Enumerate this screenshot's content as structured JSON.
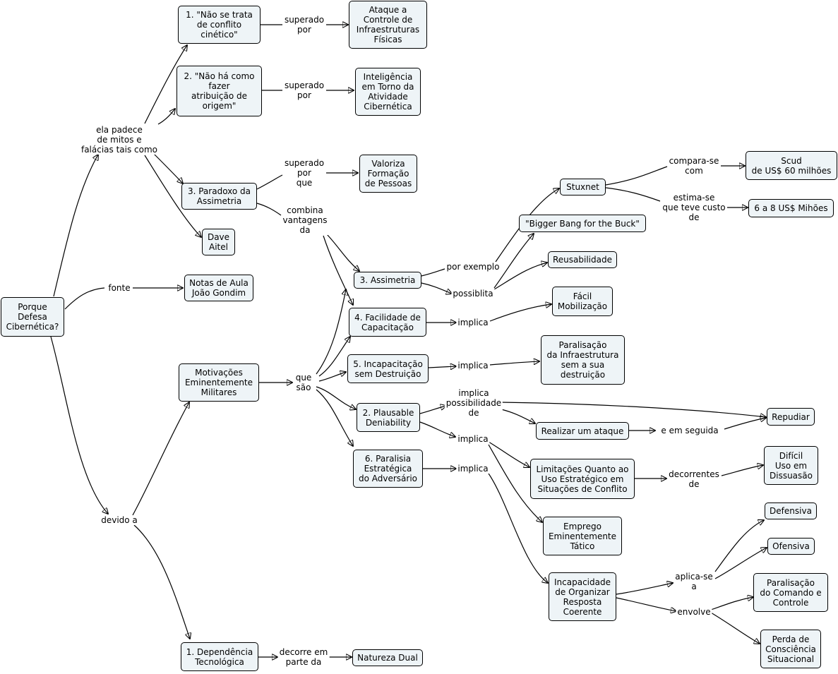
{
  "nodes": {
    "root": "Porque\nDefesa\nCibernética?",
    "mito1": "1. \"Não se trata\nde conflito\ncinético\"",
    "ataque": "Ataque a\nControle de\nInfraestruturas\nFísicas",
    "mito2": "2. \"Não há como\nfazer\natribuição de\norigem\"",
    "intel": "Inteligência\nem Torno da\nAtividade\nCibernética",
    "paradoxo": "3. Paradoxo da\nAssimetria",
    "valoriza": "Valoriza\nFormação\nde Pessoas",
    "dave": "Dave\nAitel",
    "notas": "Notas de Aula\nJoão Gondim",
    "motivacoes": "Motivações\nEminentemente\nMilitares",
    "dependencia": "1. Dependência\nTecnológica",
    "natureza": "Natureza Dual",
    "assimetria": "3. Assimetria",
    "facilidade": "4. Facilidade de\nCapacitação",
    "incapacitacao": "5. Incapacitação\nsem Destruição",
    "plausable": "2. Plausable\nDeniability",
    "paralisia": "6. Paralisia\nEstratégica\ndo Adversário",
    "stuxnet": "Stuxnet",
    "bigger": "\"Bigger Bang for the Buck\"",
    "reusab": "Reusabilidade",
    "facil": "Fácil\nMobilização",
    "scud": "Scud\nde US$ 60 milhões",
    "custo": "6 a 8 US$ Mihões",
    "paralinfra": "Paralisação\nda Infraestrutura\nsem a sua\ndestruição",
    "repudiar": "Repudiar",
    "realizar": "Realizar um ataque",
    "limitacoes": "Limitações Quanto ao\nUso Estratégico em\nSituações de Conflito",
    "dificil": "Difícil\nUso em\nDissuasão",
    "emprego": "Emprego\nEminentemente\nTático",
    "incapacidade": "Incapacidade\nde Organizar\nResposta\nCoerente",
    "defensiva": "Defensiva",
    "ofensiva": "Ofensiva",
    "paralcomando": "Paralisação\ndo Comando e\nControle",
    "perda": "Perda de\nConsciência\nSituacional"
  },
  "links": {
    "padece": "ela padece\nde mitos e\nfalácias tais como",
    "fonte": "fonte",
    "devido": "devido a",
    "superado1": "superado\npor",
    "superado2": "superado\npor",
    "superado3": "superado\npor\nque",
    "combina": "combina\nvantagens\nda",
    "quesao": "que\nsão",
    "decorre": "decorre em\nparte da",
    "porexemplo": "por exemplo",
    "possiblita": "possiblita",
    "comparase": "compara-se\ncom",
    "estimase": "estima-se\nque teve custo\nde",
    "implica1": "implica",
    "implica2": "implica",
    "implicaposs": "implica\npossibilidade\nde",
    "implica3": "implica",
    "implica4": "implica",
    "eemseguida": "e em seguida",
    "decorrentes": "decorrentes\nde",
    "aplicase": "aplica-se\na",
    "envolve": "envolve"
  }
}
